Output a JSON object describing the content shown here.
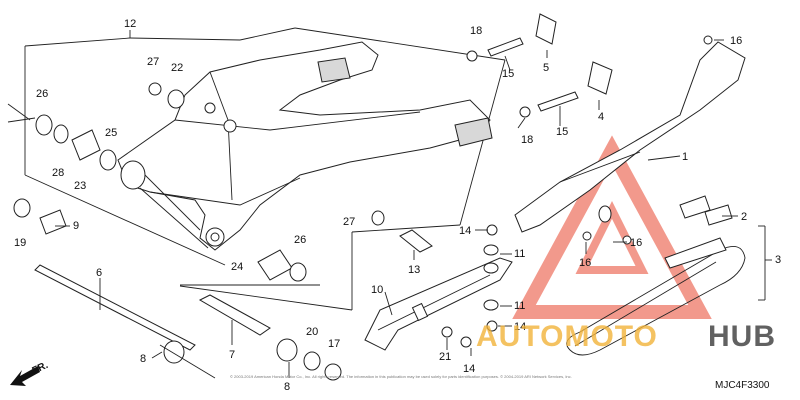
{
  "diagram": {
    "code": "MJC4F3300",
    "front_indicator": "FR.",
    "copyright": "© 2003-2019 American Honda Motor Co., Inc. All rights reserved. The information in this publication may be used solely for parts identification purposes. © 2004-2019 ARI Network Services, Inc."
  },
  "callouts": {
    "c1": "1",
    "c2": "2",
    "c3": "3",
    "c4": "4",
    "c5": "5",
    "c6": "6",
    "c7": "7",
    "c8a": "8",
    "c8b": "8",
    "c9": "9",
    "c10": "10",
    "c11a": "11",
    "c11b": "11",
    "c12": "12",
    "c13": "13",
    "c14a": "14",
    "c14b": "14",
    "c14c": "14",
    "c15a": "15",
    "c15b": "15",
    "c16a": "16",
    "c16b": "16",
    "c16c": "16",
    "c17": "17",
    "c18a": "18",
    "c18b": "18",
    "c19": "19",
    "c20": "20",
    "c21": "21",
    "c22": "22",
    "c23": "23",
    "c24": "24",
    "c25": "25",
    "c26a": "26",
    "c26b": "26",
    "c27a": "27",
    "c27b": "27",
    "c28": "28"
  },
  "watermark": {
    "brand_left": "AUTOMOTO",
    "brand_right": "HUB",
    "colors": {
      "triangle": "#e8472f",
      "auto": "#f2b33a",
      "hub": "#3a3a3a"
    }
  }
}
